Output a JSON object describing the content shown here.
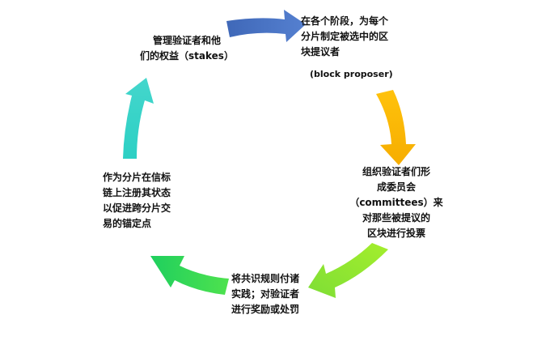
{
  "diagram": {
    "steps": [
      {
        "id": "manage",
        "lines": [
          "管理验证者和他",
          "们的权益（stakes）"
        ]
      },
      {
        "id": "select",
        "lines": [
          "在各个阶段，为每个",
          "分片制定被选中的区",
          "块提议者"
        ],
        "extra": "(block proposer)"
      },
      {
        "id": "committee",
        "lines": [
          "组织验证者们形",
          "成委员会",
          "（committees）来",
          "对那些被提议的",
          "区块进行投票"
        ]
      },
      {
        "id": "consensus",
        "lines": [
          "将共识规则付诸",
          "实践；对验证者",
          "进行奖励或处罚"
        ]
      },
      {
        "id": "anchor",
        "lines": [
          "作为分片在信标",
          "链上注册其状态",
          "以促进跨分片交",
          "易的锚定点"
        ]
      }
    ],
    "arrow_colors": {
      "blue": "#4a74c4",
      "yellow": "#fbbd0a",
      "lime": "#8ee62f",
      "green": "#2fd25a",
      "teal": "#33cfc2"
    }
  }
}
